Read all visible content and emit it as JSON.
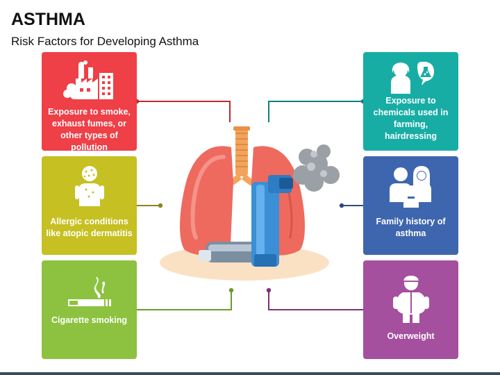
{
  "header": {
    "title": "ASTHMA",
    "subtitle": "Risk Factors for Developing Asthma"
  },
  "cards": [
    {
      "id": "card-l1",
      "side": "left",
      "label": "Exposure to smoke, exhaust fumes, or other types of pollution",
      "color": "#ef3f47",
      "icon": "factory-pollution-icon"
    },
    {
      "id": "card-l2",
      "side": "left",
      "label": "Allergic conditions like atopic dermatitis",
      "color": "#c6c022",
      "icon": "person-skin-rash-icon"
    },
    {
      "id": "card-l3",
      "side": "left",
      "label": "Cigarette smoking",
      "color": "#8cc23f",
      "icon": "cigarette-icon"
    },
    {
      "id": "card-r1",
      "side": "right",
      "label": "Exposure to chemicals used in farming, hairdressing",
      "color": "#17ada5",
      "icon": "woman-chemical-flask-icon"
    },
    {
      "id": "card-r2",
      "side": "right",
      "label": "Family history of asthma",
      "color": "#3e66ae",
      "icon": "family-icon"
    },
    {
      "id": "card-r3",
      "side": "right",
      "label": "Overweight",
      "color": "#a54f9f",
      "icon": "overweight-person-icon"
    }
  ],
  "center_illustration": "lungs-with-inhaler-icon"
}
